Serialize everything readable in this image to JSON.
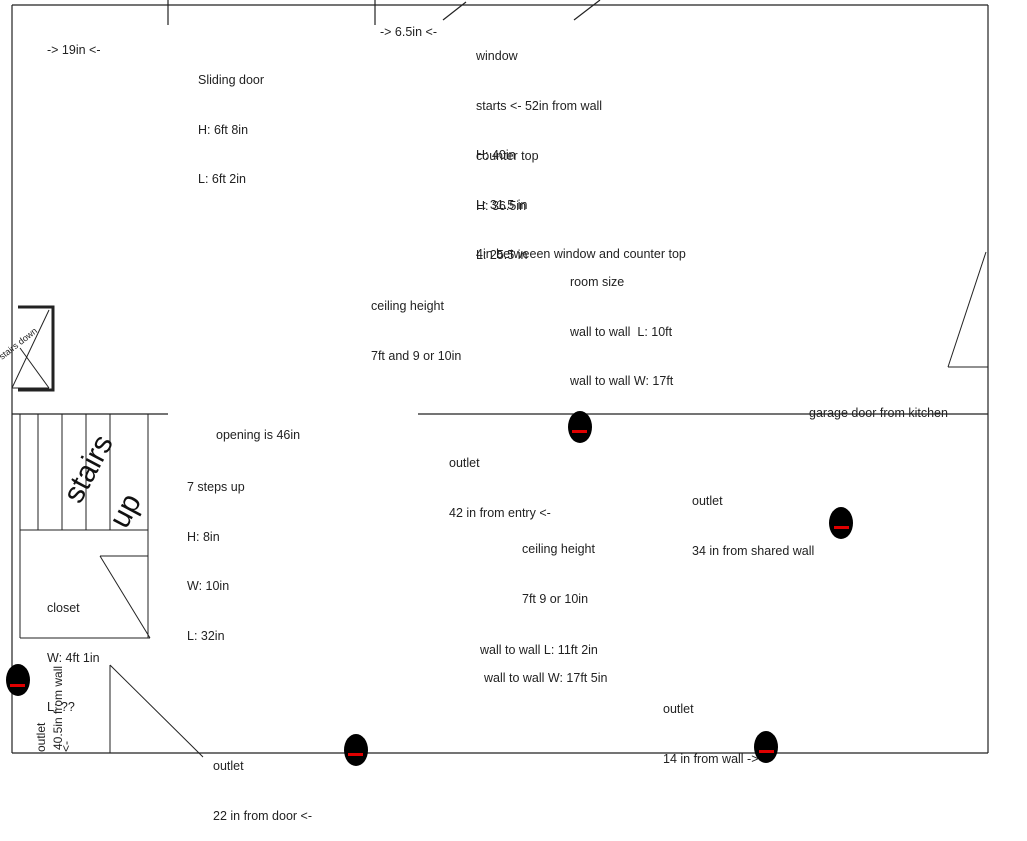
{
  "labels": {
    "top_left_measure": "-> 19in <-",
    "top_mid_measure": "-> 6.5in <-",
    "sliding_door": [
      "Sliding door",
      "H: 6ft 8in",
      "L: 6ft 2in"
    ],
    "window": [
      "window",
      "starts <- 52in from wall",
      "H: 40in",
      "L: 31.5 in",
      "4in betweeen window and counter top"
    ],
    "counter_top": [
      "counter top",
      "H: 36.5in",
      "L: 25.5 in"
    ],
    "ceiling_upper": [
      "ceiling height",
      "7ft and 9 or 10in"
    ],
    "room_size_upper": [
      "room size",
      "wall to wall  L: 10ft",
      "wall to wall W: 17ft"
    ],
    "stairs_down": "stairs down",
    "garage_door": "garage door from kitchen",
    "opening": "opening is 46in",
    "outlet_entry": [
      "outlet",
      "42 in from entry <-"
    ],
    "outlet_shared_wall": [
      "outlet",
      "34 in from shared wall"
    ],
    "stairs_up_word1": "stairs",
    "stairs_up_word2": "up",
    "steps": [
      "7 steps up",
      "H: 8in",
      "W: 10in",
      "L: 32in"
    ],
    "ceiling_lower": [
      "ceiling height",
      "7ft 9 or 10in"
    ],
    "closet": [
      "closet",
      "W: 4ft 1in",
      "L: ??"
    ],
    "wall_to_wall_l": "wall to wall L: 11ft 2in",
    "wall_to_wall_w": "wall to wall W: 17ft 5in",
    "outlet_right_wall": [
      "outlet",
      "14 in from wall ->"
    ],
    "outlet_left_wall": [
      "outlet",
      "40.5in from wall",
      "<-"
    ],
    "outlet_door": [
      "outlet",
      "22 in from door <-"
    ]
  },
  "colors": {
    "line": "#222222",
    "outlet_body": "#000000",
    "outlet_slot": "#e00000"
  },
  "icons": [
    "outlet-icon"
  ]
}
